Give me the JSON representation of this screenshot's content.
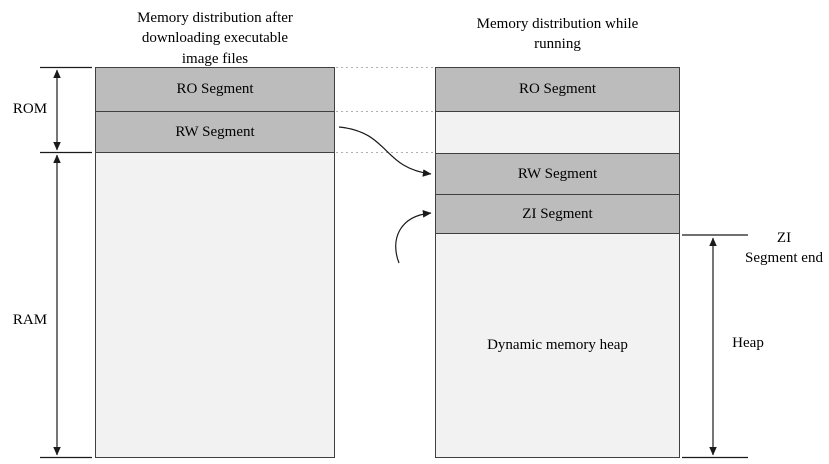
{
  "diagram": {
    "left": {
      "title_lines": [
        "Memory distribution after",
        "downloading executable",
        "image files"
      ],
      "segments": {
        "ro": "RO Segment",
        "rw": "RW Segment"
      }
    },
    "right": {
      "title_lines": [
        "Memory distribution while",
        "running"
      ],
      "segments": {
        "ro": "RO Segment",
        "rw": "RW Segment",
        "zi": "ZI Segment",
        "heap": "Dynamic memory heap"
      }
    },
    "side_labels": {
      "rom": "ROM",
      "ram": "RAM",
      "heap": "Heap",
      "zi_end_lines": [
        "ZI",
        "Segment end"
      ]
    }
  },
  "colors": {
    "segment_dark": "#bcbcbc",
    "segment_light": "#f2f2f2",
    "border": "#404040",
    "connector": "#b0b0b0",
    "arrow": "#1a1a1a"
  }
}
